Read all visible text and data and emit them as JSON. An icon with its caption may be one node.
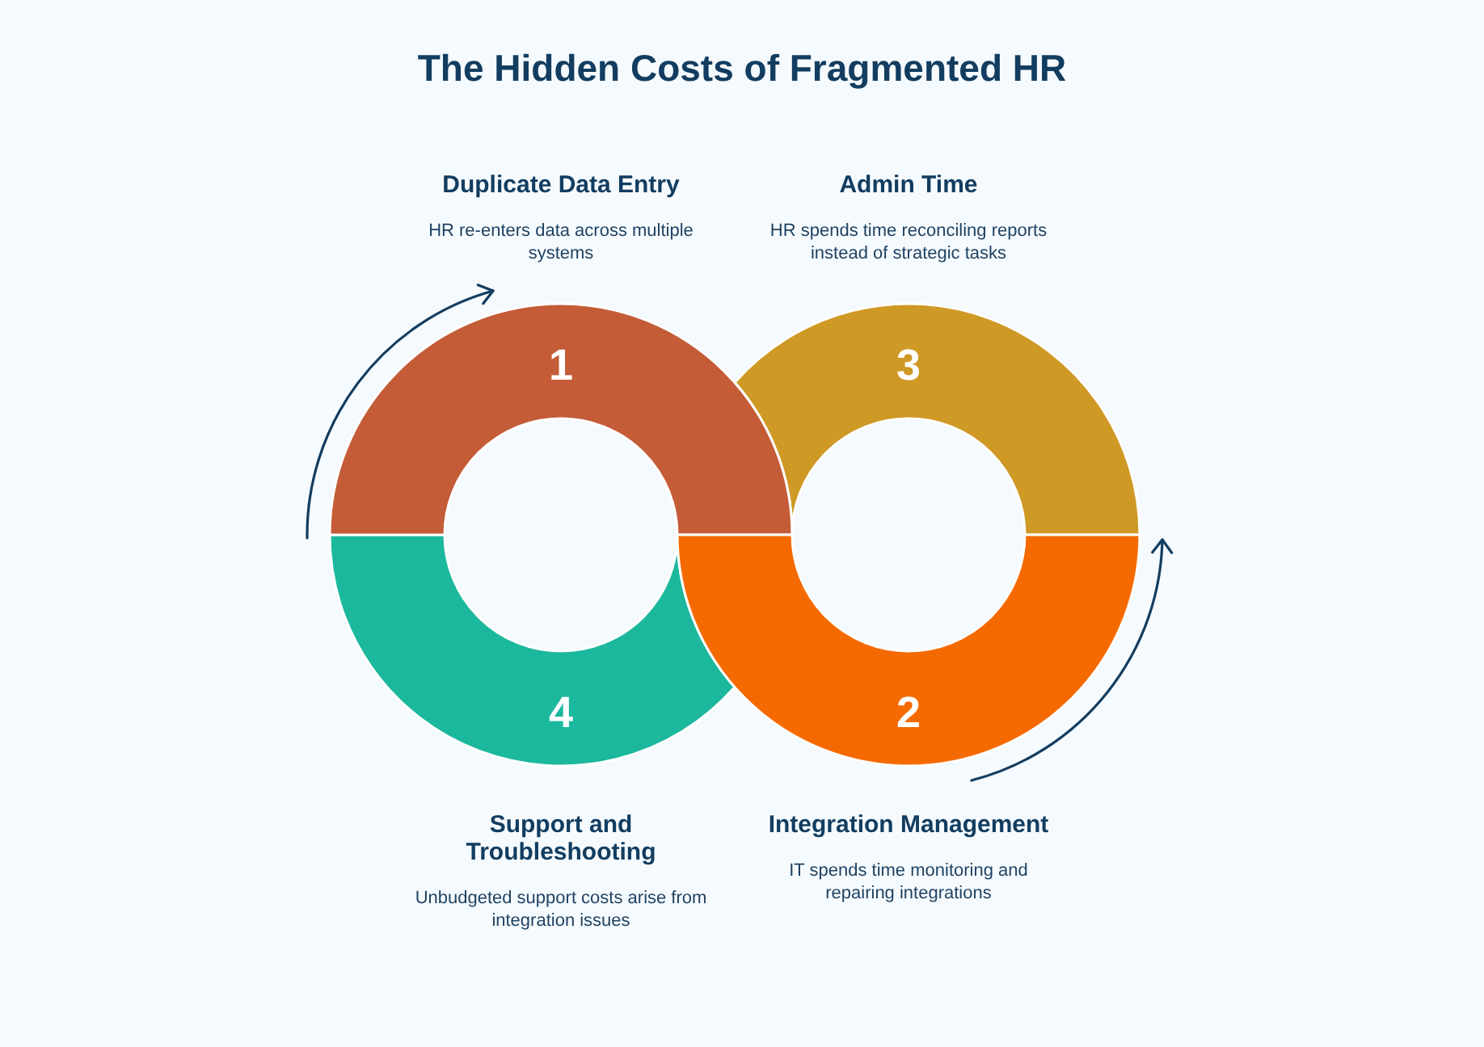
{
  "diagram": {
    "title": "The Hidden Costs of Fragmented HR",
    "nodes": [
      {
        "text": [
          "1"
        ],
        "beside": [
          "Duplicate Data Entry",
          "HR re-enters data across multiple systems"
        ]
      },
      {
        "text": [
          "3"
        ],
        "beside": [
          "Admin Time",
          "HR spends time reconciling reports instead of strategic tasks"
        ]
      },
      {
        "text": [
          "4"
        ],
        "beside": [
          "Support and Troubleshooting",
          "Unbudgeted support costs arise from integration issues"
        ]
      },
      {
        "text": [
          "2"
        ],
        "beside": [
          "Integration Management",
          "IT spends time monitoring and repairing integrations"
        ]
      }
    ]
  }
}
